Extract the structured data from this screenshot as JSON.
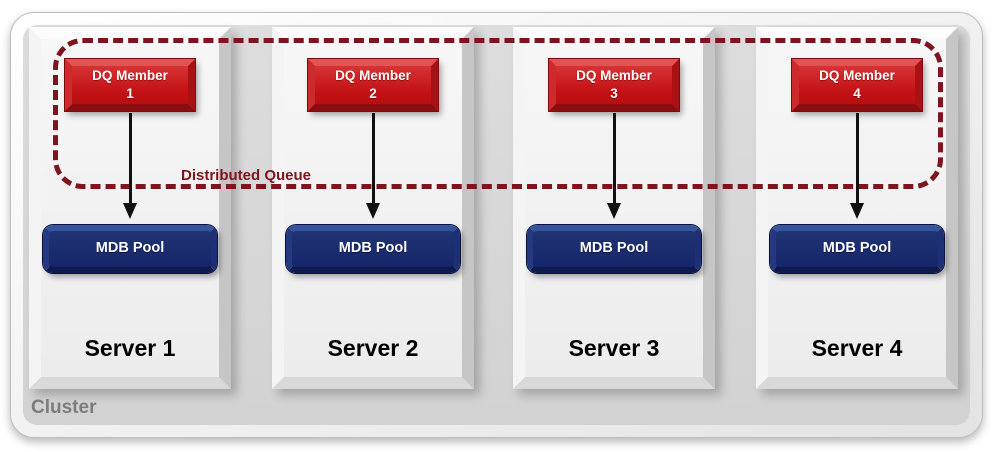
{
  "cluster": {
    "label": "Cluster"
  },
  "distributed_queue": {
    "label": "Distributed Queue"
  },
  "servers": [
    {
      "label": "Server 1",
      "dq_member": {
        "line1": "DQ Member",
        "line2": "1"
      },
      "mdb_pool": "MDB Pool"
    },
    {
      "label": "Server 2",
      "dq_member": {
        "line1": "DQ Member",
        "line2": "2"
      },
      "mdb_pool": "MDB Pool"
    },
    {
      "label": "Server 3",
      "dq_member": {
        "line1": "DQ Member",
        "line2": "3"
      },
      "mdb_pool": "MDB Pool"
    },
    {
      "label": "Server 4",
      "dq_member": {
        "line1": "DQ Member",
        "line2": "4"
      },
      "mdb_pool": "MDB Pool"
    }
  ],
  "colors": {
    "dq_member_red": "#c31114",
    "mdb_pool_navy": "#17266b",
    "queue_maroon": "#7e141d",
    "cluster_label_gray": "#7c7c7c",
    "arrow_black": "#111111",
    "panel_gray": "#ececec"
  }
}
